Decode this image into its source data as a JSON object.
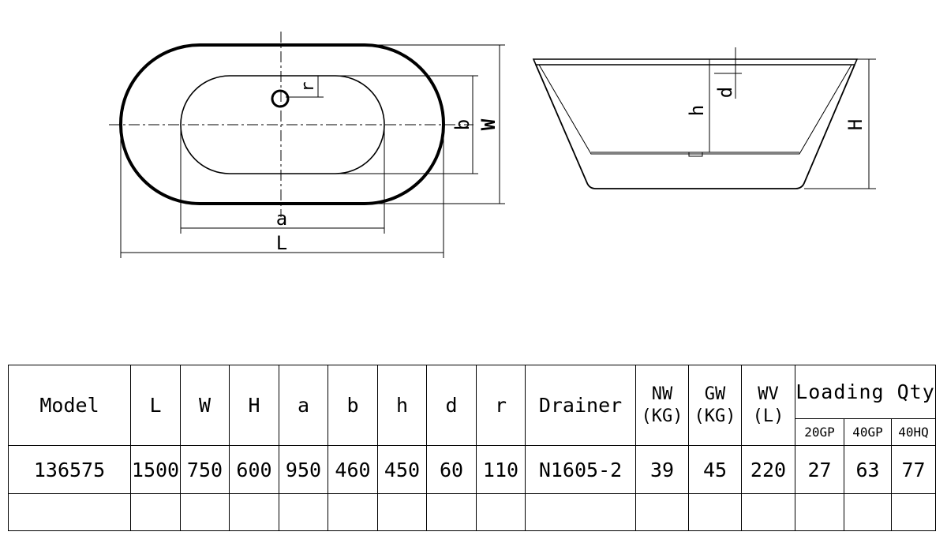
{
  "drawing": {
    "top_view_labels": {
      "r": "r",
      "b": "b",
      "W": "W",
      "a": "a",
      "L": "L"
    },
    "side_view_labels": {
      "d": "d",
      "h": "h",
      "H": "H"
    }
  },
  "table": {
    "headers": {
      "model": "Model",
      "L": "L",
      "W": "W",
      "H": "H",
      "a": "a",
      "b": "b",
      "h": "h",
      "d": "d",
      "r": "r",
      "drainer": "Drainer",
      "nw_line1": "NW",
      "nw_line2": "(KG)",
      "gw_line1": "GW",
      "gw_line2": "(KG)",
      "wv_line1": "WV",
      "wv_line2": "(L)",
      "loading": "Loading Qty",
      "loading_20gp": "20GP",
      "loading_40gp": "40GP",
      "loading_40hq": "40HQ"
    },
    "row": {
      "model": "136575",
      "L": "1500",
      "W": "750",
      "H": "600",
      "a": "950",
      "b": "460",
      "h": "450",
      "d": "60",
      "r": "110",
      "drainer": "N1605-2",
      "nw": "39",
      "gw": "45",
      "wv": "220",
      "q20gp": "27",
      "q40gp": "63",
      "q40hq": "77"
    }
  }
}
